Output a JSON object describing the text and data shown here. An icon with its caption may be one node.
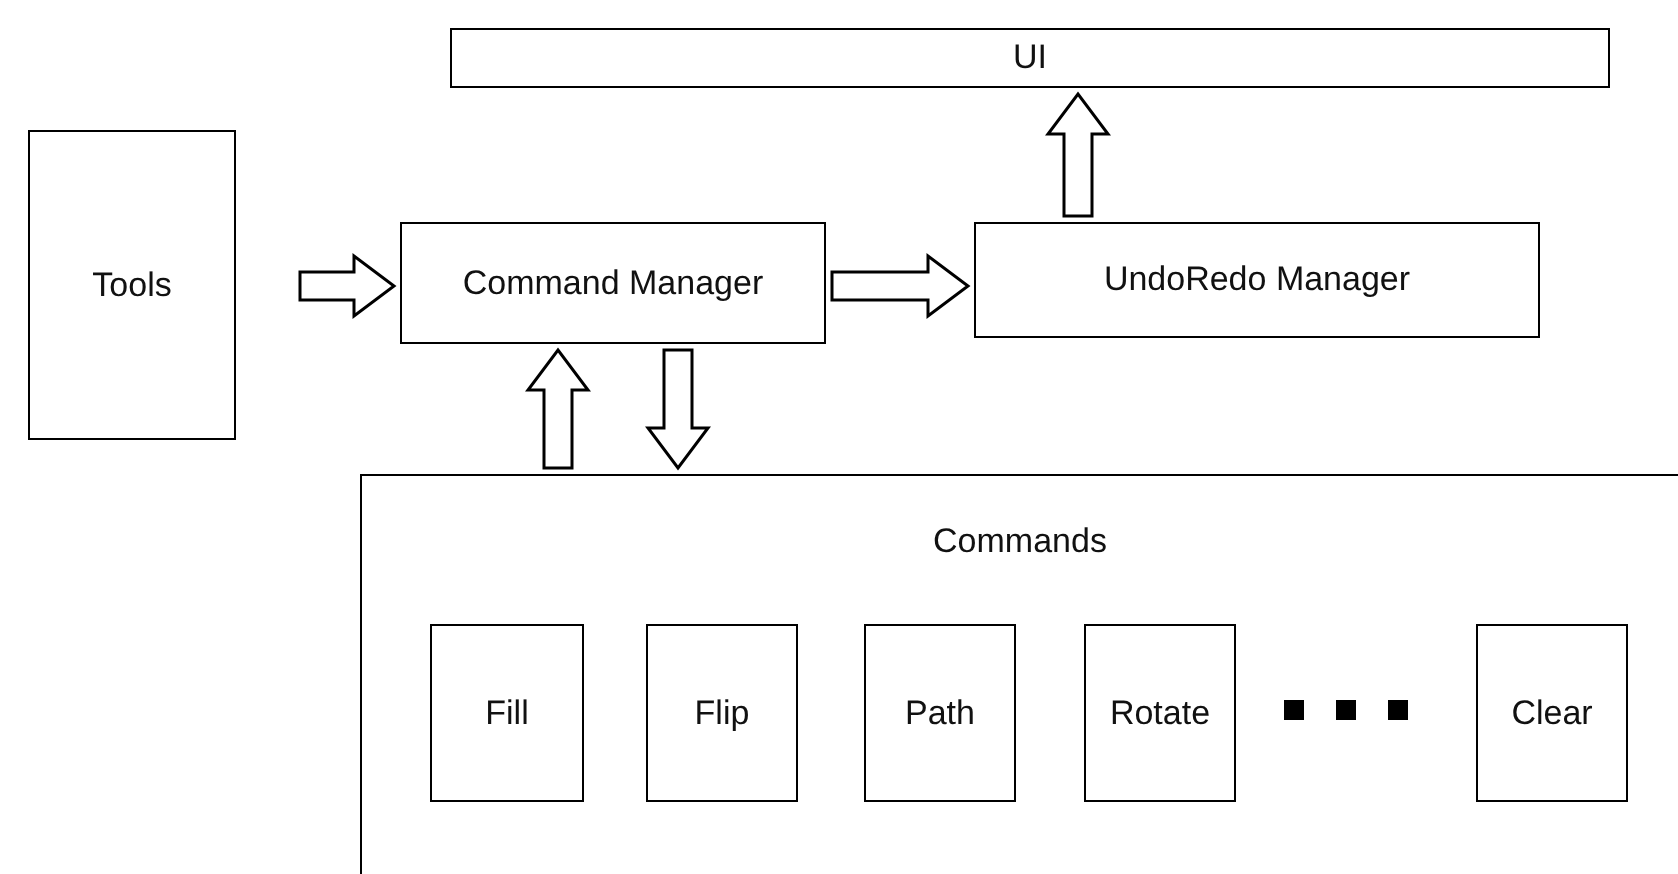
{
  "diagram": {
    "nodes": [
      {
        "text": [
          "UI"
        ]
      },
      {
        "text": [
          "Tools"
        ]
      },
      {
        "text": [
          "Command Manager"
        ]
      },
      {
        "text": [
          "UndoRedo Manager"
        ]
      },
      {
        "text": [
          "Commands"
        ]
      },
      {
        "text": [
          "Fill"
        ],
        "in": 4
      },
      {
        "text": [
          "Flip"
        ],
        "in": 4
      },
      {
        "text": [
          "Path"
        ],
        "in": 4
      },
      {
        "text": [
          "Rotate"
        ],
        "in": 4
      },
      {
        "text": [
          "Clear"
        ],
        "in": 4
      }
    ],
    "edges": [
      {
        "from": 1,
        "to": 2,
        "arrow": "to"
      },
      {
        "from": 2,
        "to": 3,
        "arrow": "to"
      },
      {
        "from": 3,
        "to": 0,
        "arrow": "to"
      },
      {
        "from": 4,
        "to": 2,
        "arrow": "to"
      },
      {
        "from": 2,
        "to": 4,
        "arrow": "to"
      }
    ]
  }
}
